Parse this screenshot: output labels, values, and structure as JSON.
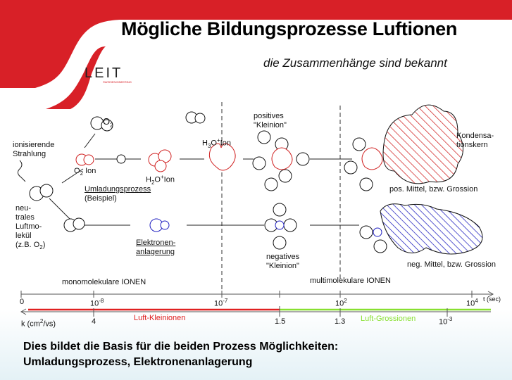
{
  "header": {
    "title": "Mögliche Bildungsprozesse Luftionen",
    "subtitle": "die Zusammenhänge sind bekannt",
    "logo_text": "LEIT",
    "logo_tagline": "SWISSENGINEERING"
  },
  "colors": {
    "brand_red": "#d82027",
    "kleinionen": "#e02020",
    "grossionen": "#88e030",
    "pos_hatch": "#d02020",
    "neg_hatch": "#2020c0"
  },
  "diagram": {
    "ionizing": [
      "ionisierende",
      "Strahlung"
    ],
    "neutral": [
      "neu-",
      "trales",
      "Luftmo-",
      "lekül",
      "(z.B. O",
      "2",
      ")"
    ],
    "o2_top": "O",
    "o2_top_sub": "2",
    "o2_ion": "O",
    "o2_ion_sub": "2",
    "o2_ion_suffix": " Ion",
    "h2o_ion": "H",
    "h2o_sub": "2",
    "h2o_rest": "O",
    "h2o_sup": "+",
    "h2o_suffix": "Ion",
    "umladung": "Umladungsprozess",
    "umladung_ex": "(Beispiel)",
    "h3o": "H",
    "h3o_sub": "3",
    "h3o_rest": "O",
    "h3o_sup": "+",
    "h3o_suffix": "Ion",
    "pos_klein": [
      "positives",
      "\"Kleinion\""
    ],
    "kondens": [
      "Kondensa-",
      "tionskern"
    ],
    "pos_gross": "pos. Mittel, bzw. Grossion",
    "elektronen": [
      "Elektronen-",
      "anlagerung"
    ],
    "neg_klein": [
      "negatives",
      "\"Kleinion\""
    ],
    "neg_gross": "neg. Mittel, bzw. Grossion",
    "mono": "monomolekulare IONEN",
    "multi": "multimolekulare IONEN"
  },
  "time_axis": {
    "ticks": [
      "0",
      "10",
      "10",
      "10",
      "10"
    ],
    "exps": [
      "",
      "-8",
      "-7",
      "2",
      "4"
    ],
    "unit": "t (sec)"
  },
  "k_axis": {
    "label": "k (cm",
    "label_sup": "2",
    "label_rest": "/vs)",
    "ticks": [
      "4",
      "1.5",
      "1.3",
      "10"
    ],
    "tick_exp": "-3",
    "klein": "Luft-Kleinionen",
    "gross": "Luft-Grossionen"
  },
  "footer": {
    "line1": "Dies bildet die Basis für die beiden Prozess Möglichkeiten:",
    "line2": "Umladungsprozess, Elektronenanlagerung"
  }
}
